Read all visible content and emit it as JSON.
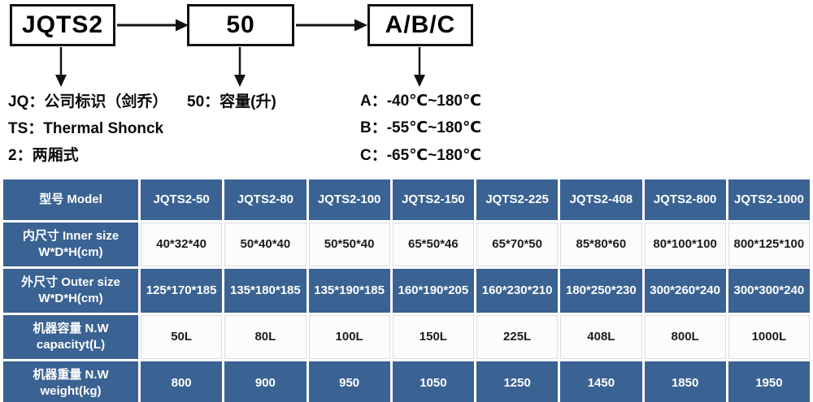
{
  "diagram": {
    "boxes": [
      {
        "label": "JQTS2"
      },
      {
        "label": "50"
      },
      {
        "label": "A/B/C"
      }
    ],
    "notes_left": [
      "JQ：公司标识（剑乔）",
      "TS：Thermal Shonck",
      "2：两厢式"
    ],
    "note_middle": "50：容量(升)",
    "notes_right": [
      "A：-40℃~180℃",
      "B：-55℃~180℃",
      "C：-65℃~180℃"
    ]
  },
  "table": {
    "header": {
      "label": "型号 Model",
      "models": [
        "JQTS2-50",
        "JQTS2-80",
        "JQTS2-100",
        "JQTS2-150",
        "JQTS2-225",
        "JQTS2-408",
        "JQTS2-800",
        "JQTS2-1000"
      ]
    },
    "rows": [
      {
        "label_zh": "内尺寸 Inner size",
        "label_en": "W*D*H(cm)",
        "tone": "light",
        "values": [
          "40*32*40",
          "50*40*40",
          "50*50*40",
          "65*50*46",
          "65*70*50",
          "85*80*60",
          "80*100*100",
          "800*125*100"
        ]
      },
      {
        "label_zh": "外尺寸 Outer size",
        "label_en": "W*D*H(cm)",
        "tone": "dark",
        "values": [
          "125*170*185",
          "135*180*185",
          "135*190*185",
          "160*190*205",
          "160*230*210",
          "180*250*230",
          "300*260*240",
          "300*300*240"
        ]
      },
      {
        "label_zh": "机器容量 N.W",
        "label_en": "capacityt(L)",
        "tone": "light",
        "values": [
          "50L",
          "80L",
          "100L",
          "150L",
          "225L",
          "408L",
          "800L",
          "1000L"
        ]
      },
      {
        "label_zh": "机器重量 N.W",
        "label_en": "weight(kg)",
        "tone": "dark",
        "values": [
          "800",
          "900",
          "950",
          "1050",
          "1250",
          "1450",
          "1850",
          "1950"
        ]
      }
    ]
  },
  "colors": {
    "blue": "#3a6292",
    "light_cell": "#fcfcfc",
    "cell_border": "#dcdcdc",
    "dark_text": "#1c1c1c"
  }
}
